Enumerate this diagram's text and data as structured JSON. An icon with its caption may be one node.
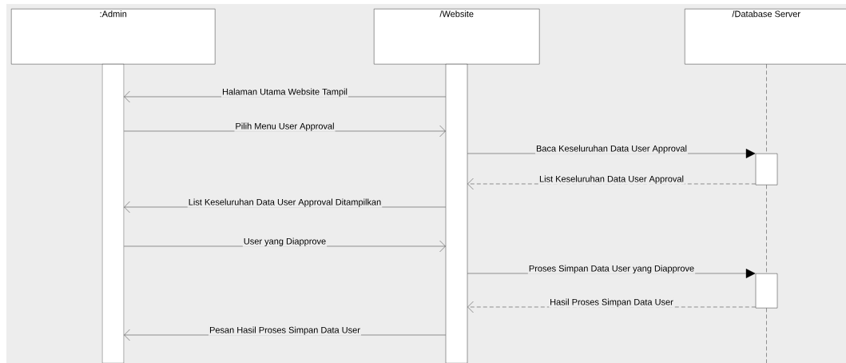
{
  "diagram": {
    "nodes": [
      {
        "text": [
          ":Admin"
        ]
      },
      {
        "text": [
          "/Website"
        ]
      },
      {
        "text": [
          "/Database Server"
        ]
      },
      {
        "text": [],
        "shape": "bar"
      },
      {
        "text": [],
        "shape": "bar"
      },
      {
        "text": [],
        "shape": "bar"
      },
      {
        "text": [],
        "shape": "bar"
      }
    ],
    "edges": [
      {
        "from": 4,
        "to": 3,
        "arrow": "to",
        "label": "Halaman Utama Website Tampil"
      },
      {
        "from": 3,
        "to": 4,
        "arrow": "to",
        "label": "Pilih Menu User Approval"
      },
      {
        "from": 4,
        "to": 5,
        "arrow": "to",
        "label": "Baca Keseluruhan Data User Approval"
      },
      {
        "from": 5,
        "to": 4,
        "arrow": "to",
        "label": "List Keseluruhan Data User Approval",
        "style": "dashed"
      },
      {
        "from": 4,
        "to": 3,
        "arrow": "to",
        "label": "List Keseluruhan Data User Approval Ditampilkan"
      },
      {
        "from": 3,
        "to": 4,
        "arrow": "to",
        "label": "User yang Diapprove"
      },
      {
        "from": 4,
        "to": 6,
        "arrow": "to",
        "label": "Proses Simpan Data User yang Diapprove"
      },
      {
        "from": 6,
        "to": 4,
        "arrow": "to",
        "label": "Hasil Proses Simpan Data User",
        "style": "dashed"
      },
      {
        "from": 4,
        "to": 3,
        "arrow": "to",
        "label": "Pesan Hasil Proses Simpan Data User"
      },
      {
        "from": 2,
        "to": 5,
        "arrow": "none",
        "style": "dashed"
      },
      {
        "from": 5,
        "to": 6,
        "arrow": "none",
        "style": "dashed"
      },
      {
        "from": 6,
        "to": null,
        "arrow": "none",
        "style": "dashed"
      }
    ]
  }
}
